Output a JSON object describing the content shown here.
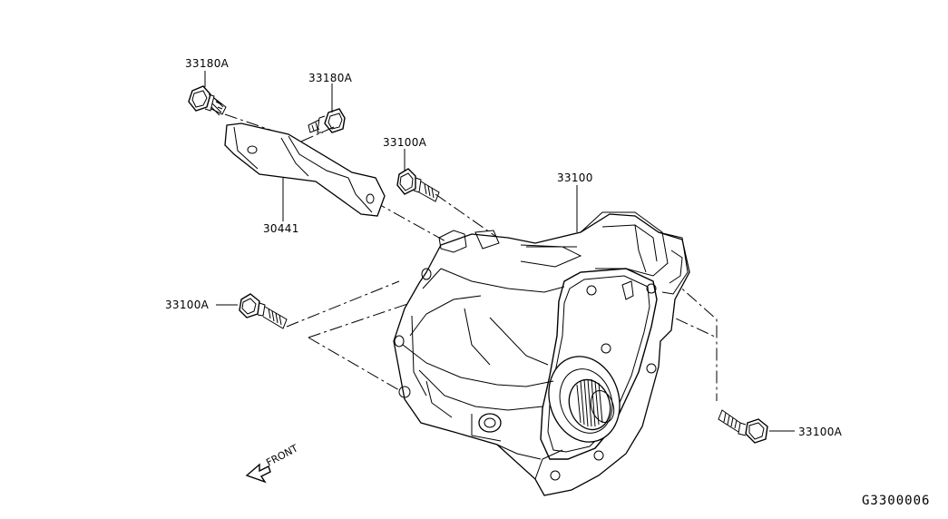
{
  "diagram": {
    "labels": {
      "bolt_33180a_left": "33180A",
      "bolt_33180a_right": "33180A",
      "bolt_33100a_top": "33100A",
      "bolt_33100a_left": "33100A",
      "bolt_33100a_right": "33100A",
      "part_33100": "33100",
      "part_30441": "30441",
      "front_direction": "FRONT"
    },
    "figure_code": "G3300006"
  }
}
